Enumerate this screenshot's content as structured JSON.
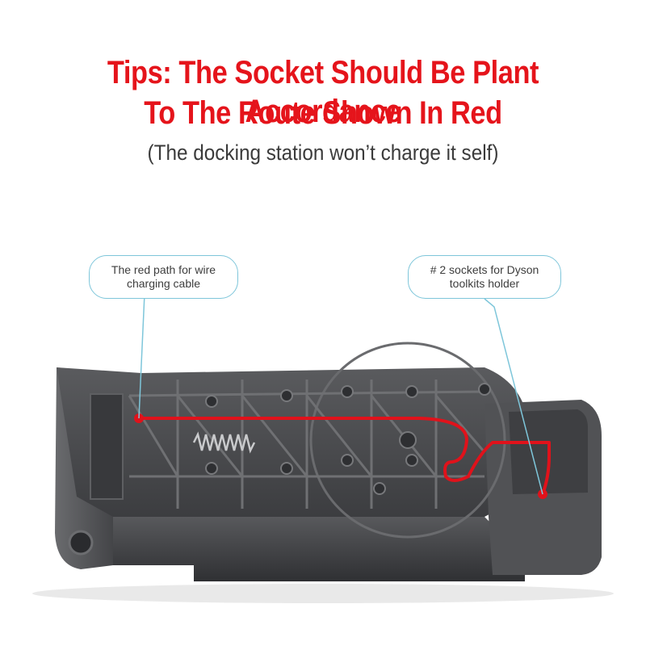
{
  "headline": {
    "line1": "Tips: The Socket Should Be Plant Accordance",
    "line2": "To The Route Shown In Red"
  },
  "subtitle": "(The docking station won’t charge it self)",
  "callouts": {
    "left": {
      "line1": "The red path for wire",
      "line2": "charging cable"
    },
    "right": {
      "line1": "# 2 sockets for Dyson",
      "line2": "toolkits holder"
    }
  },
  "colors": {
    "headline": "#e5141b",
    "route": "#e0121b",
    "callout_border": "#7ec6da",
    "product_body": "#4a4b4e"
  },
  "icons": [
    "docking-station-photo",
    "charging-route",
    "socket-marker"
  ]
}
